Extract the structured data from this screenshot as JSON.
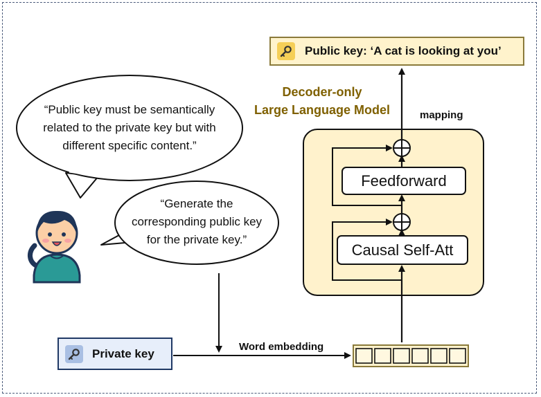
{
  "public_key": {
    "label": "Public key: ‘A cat is looking at you’",
    "icon": "key-icon",
    "color": "#fff3cc"
  },
  "private_key": {
    "label": "Private key",
    "icon": "key-icon",
    "color": "#e7eefa"
  },
  "model": {
    "title_line1": "Decoder-only",
    "title_line2": "Large Language Model",
    "title_color": "#7f6000",
    "body_color": "#fff2cc",
    "feedforward_label": "Feedforward",
    "attention_label": "Causal Self-Att"
  },
  "labels": {
    "mapping": "mapping",
    "word_embedding": "Word embedding"
  },
  "bubbles": {
    "constraint": [
      "“Public key must be semantically",
      "related to the private key but with",
      "different specific content.”"
    ],
    "instruction": [
      "“Generate the",
      "corresponding public key",
      "for the private key.”"
    ]
  },
  "embedding": {
    "cells": 6,
    "color": "#fff2cc"
  },
  "user": {
    "icon": "girl-avatar-icon"
  }
}
